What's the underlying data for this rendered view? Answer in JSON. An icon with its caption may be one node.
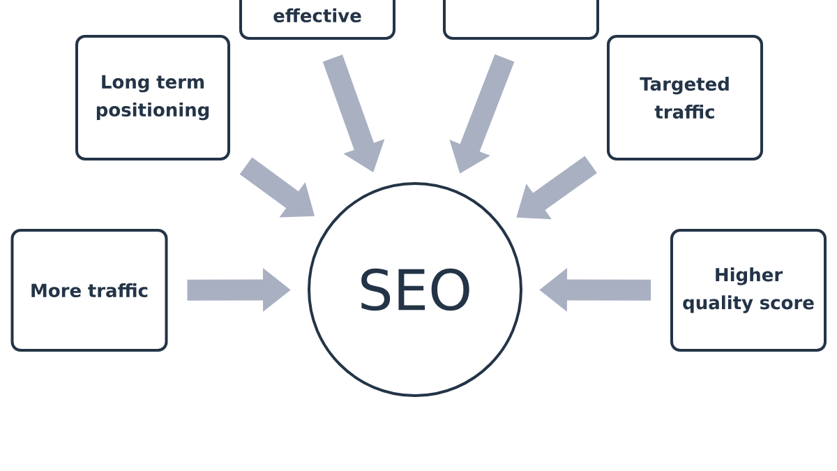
{
  "diagram": {
    "nodes": [
      {
        "text": [
          "effective"
        ]
      },
      {
        "text": [],
        "shape": "box"
      },
      {
        "text": [
          "Long term positioning"
        ]
      },
      {
        "text": [
          "Targeted traffic"
        ]
      },
      {
        "text": [
          "More traffic"
        ]
      },
      {
        "text": [
          "Higher quality score"
        ]
      },
      {
        "text": [
          "SEO"
        ]
      }
    ],
    "edges": [
      {
        "from": 0,
        "to": 6,
        "arrow": "to"
      },
      {
        "from": 1,
        "to": 6,
        "arrow": "to"
      },
      {
        "from": 2,
        "to": 6,
        "arrow": "to"
      },
      {
        "from": 3,
        "to": 6,
        "arrow": "to"
      },
      {
        "from": 4,
        "to": 6,
        "arrow": "to"
      },
      {
        "from": 5,
        "to": 6,
        "arrow": "to"
      }
    ]
  }
}
